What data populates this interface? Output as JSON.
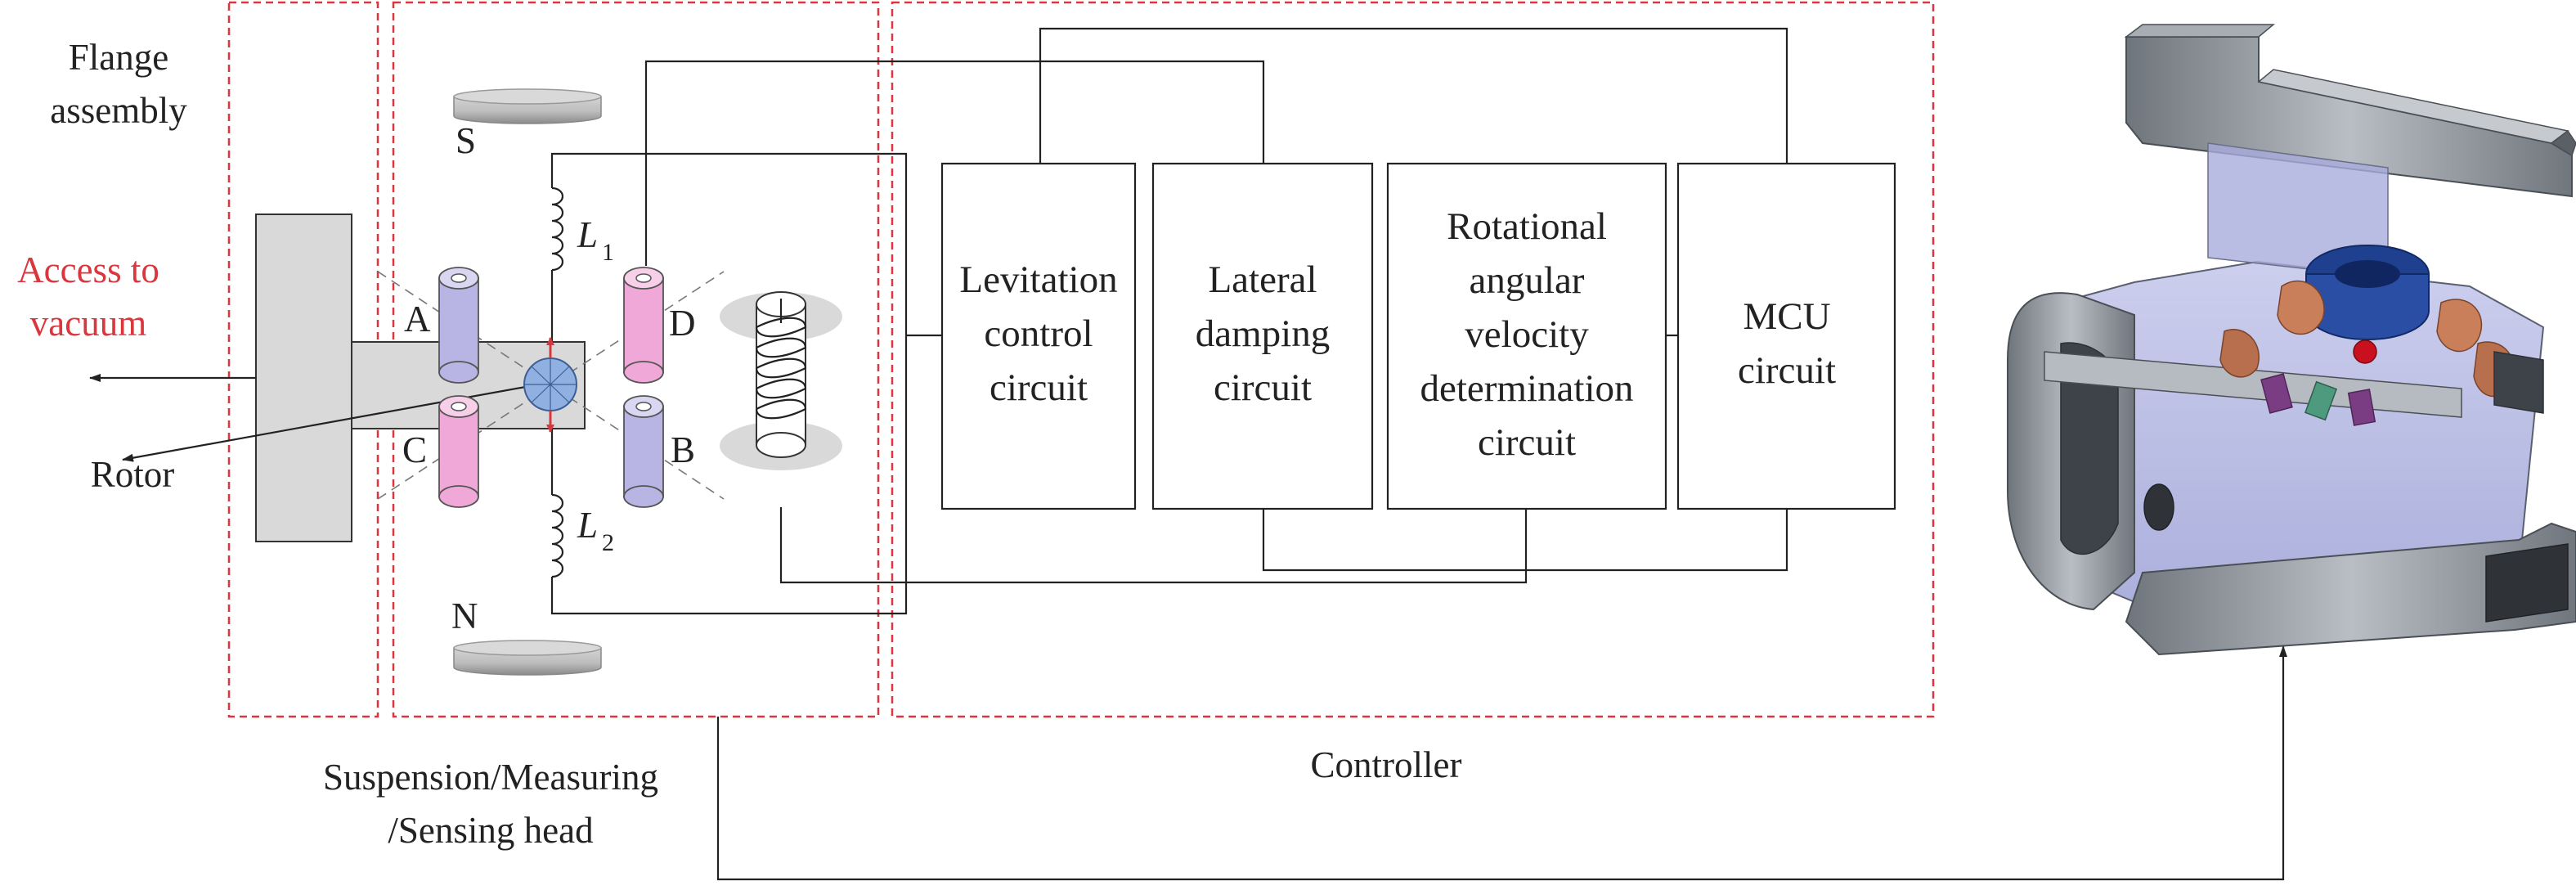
{
  "colors": {
    "dash_border": "#d9363e",
    "access_text": "#d9363e",
    "gray_part": "#d9d9d9",
    "coil_blue": "#b8b4e4",
    "coil_pink": "#f0a8d8",
    "rotor_blue": "#8fb0e0",
    "arrow_red": "#d9363e"
  },
  "labels": {
    "flange_line1": "Flange",
    "flange_line2": "assembly",
    "access_line1": "Access to",
    "access_line2": "vacuum",
    "rotor": "Rotor",
    "pole_s": "S",
    "pole_n": "N",
    "coil_a": "A",
    "coil_b": "B",
    "coil_c": "C",
    "coil_d": "D",
    "inductor_1_main": "L",
    "inductor_1_sub": "1",
    "inductor_2_main": "L",
    "inductor_2_sub": "2",
    "head_line1": "Suspension/Measuring",
    "head_line2": "/Sensing head",
    "controller": "Controller"
  },
  "blocks": {
    "levitation": [
      "Levitation",
      "control",
      "circuit"
    ],
    "lateral": [
      "Lateral",
      "damping",
      "circuit"
    ],
    "rotational": [
      "Rotational",
      "angular",
      "velocity",
      "determination",
      "circuit"
    ],
    "mcu": [
      "MCU",
      "circuit"
    ]
  },
  "illustration": {
    "icon": "sensor-head-cutaway-icon"
  }
}
